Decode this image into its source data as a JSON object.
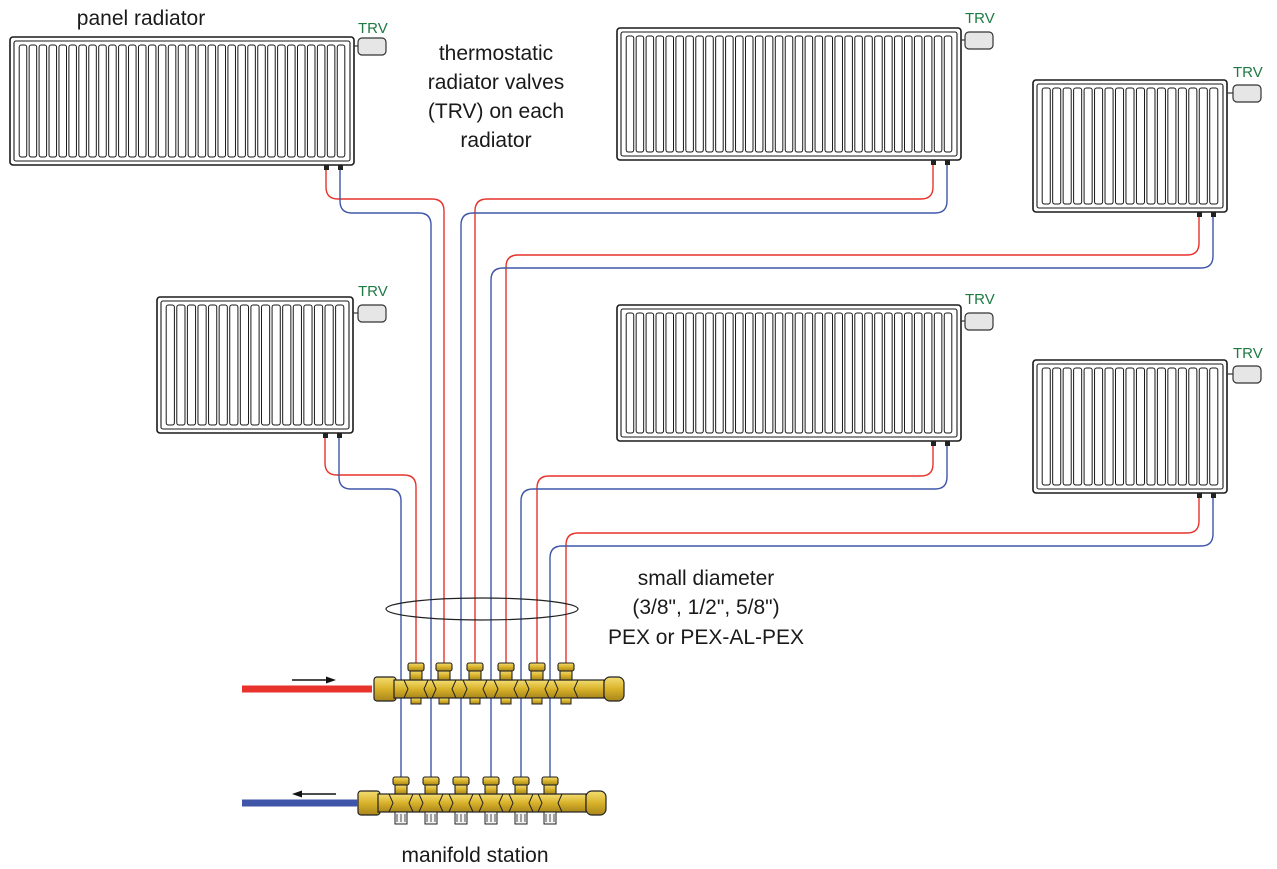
{
  "labels": {
    "panel_radiator": "panel radiator",
    "trv_note": [
      "thermostatic",
      "radiator valves",
      "(TRV) on each",
      "radiator"
    ],
    "trv": "TRV",
    "pipe_note": [
      "small diameter",
      "(3/8\", 1/2\", 5/8\")",
      "PEX or PEX-AL-PEX"
    ],
    "manifold": "manifold station"
  },
  "colors": {
    "supply_pipe": "#e8322b",
    "return_pipe": "#3f56a8",
    "trv_text": "#1d7a43",
    "brass": "#e3c23c",
    "radiator_outline": "#1a1a1a"
  },
  "radiators": [
    {
      "id": "rad-1"
    },
    {
      "id": "rad-2"
    },
    {
      "id": "rad-3"
    },
    {
      "id": "rad-4"
    },
    {
      "id": "rad-5"
    },
    {
      "id": "rad-6"
    }
  ]
}
